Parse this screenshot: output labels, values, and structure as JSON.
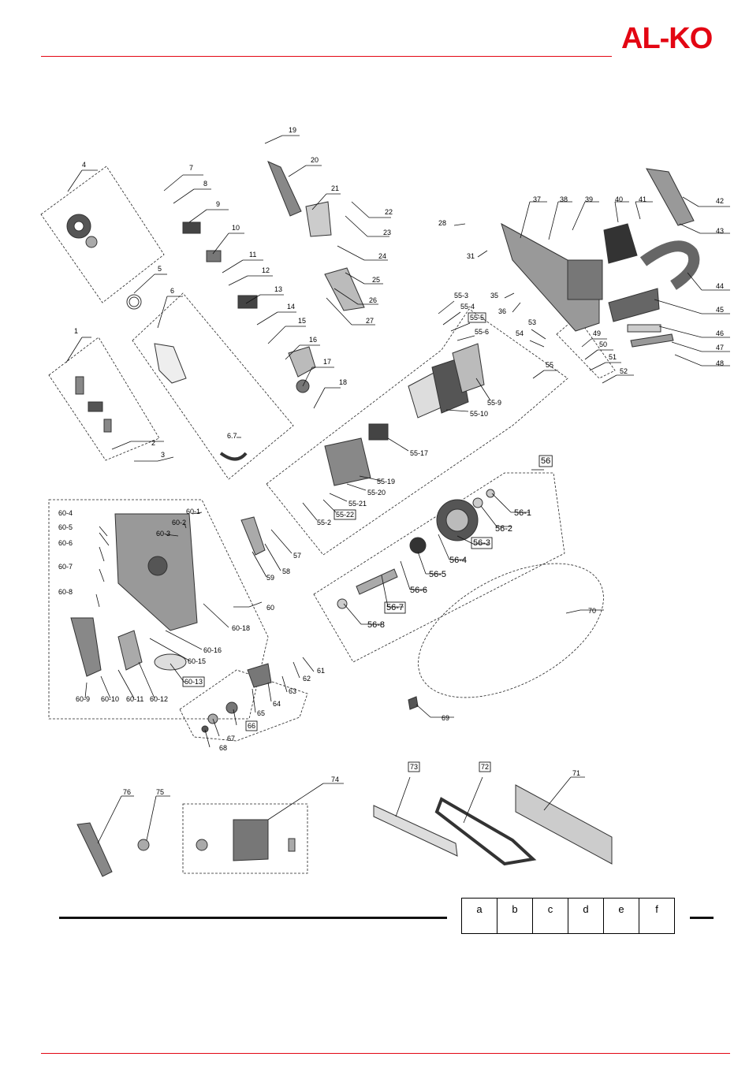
{
  "brand": {
    "logo_text": "AL-KO",
    "logo_color": "#e30613",
    "rule_color": "#e30613"
  },
  "diagram": {
    "labels": [
      {
        "id": "1",
        "lg": false
      },
      {
        "id": "2",
        "lg": false
      },
      {
        "id": "3",
        "lg": false
      },
      {
        "id": "4",
        "lg": false
      },
      {
        "id": "5",
        "lg": false
      },
      {
        "id": "6",
        "lg": false
      },
      {
        "id": "6.7",
        "lg": false
      },
      {
        "id": "7",
        "lg": false
      },
      {
        "id": "8",
        "lg": false
      },
      {
        "id": "9",
        "lg": false
      },
      {
        "id": "10",
        "lg": false
      },
      {
        "id": "11",
        "lg": false
      },
      {
        "id": "12",
        "lg": false
      },
      {
        "id": "13",
        "lg": false
      },
      {
        "id": "14",
        "lg": false
      },
      {
        "id": "15",
        "lg": false
      },
      {
        "id": "16",
        "lg": false
      },
      {
        "id": "17",
        "lg": false
      },
      {
        "id": "18",
        "lg": false
      },
      {
        "id": "19",
        "lg": false
      },
      {
        "id": "20",
        "lg": false
      },
      {
        "id": "21",
        "lg": false
      },
      {
        "id": "22",
        "lg": false
      },
      {
        "id": "23",
        "lg": false
      },
      {
        "id": "24",
        "lg": false
      },
      {
        "id": "25",
        "lg": false
      },
      {
        "id": "26",
        "lg": false
      },
      {
        "id": "27",
        "lg": false
      },
      {
        "id": "28",
        "lg": false
      },
      {
        "id": "31",
        "lg": false
      },
      {
        "id": "35",
        "lg": false
      },
      {
        "id": "36",
        "lg": false
      },
      {
        "id": "37",
        "lg": false
      },
      {
        "id": "38",
        "lg": false
      },
      {
        "id": "39",
        "lg": false
      },
      {
        "id": "40",
        "lg": false
      },
      {
        "id": "41",
        "lg": false
      },
      {
        "id": "42",
        "lg": false
      },
      {
        "id": "43",
        "lg": false
      },
      {
        "id": "44",
        "lg": false
      },
      {
        "id": "45",
        "lg": false
      },
      {
        "id": "46",
        "lg": false
      },
      {
        "id": "47",
        "lg": false
      },
      {
        "id": "48",
        "lg": false
      },
      {
        "id": "49",
        "lg": false
      },
      {
        "id": "50",
        "lg": false
      },
      {
        "id": "51",
        "lg": false
      },
      {
        "id": "52",
        "lg": false
      },
      {
        "id": "53",
        "lg": false
      },
      {
        "id": "54",
        "lg": false
      },
      {
        "id": "55",
        "lg": false
      },
      {
        "id": "55-3",
        "lg": false
      },
      {
        "id": "55-4",
        "lg": false
      },
      {
        "id": "55-5",
        "lg": false,
        "box": true
      },
      {
        "id": "55-6",
        "lg": false
      },
      {
        "id": "55-9",
        "lg": false
      },
      {
        "id": "55-10",
        "lg": false
      },
      {
        "id": "55-17",
        "lg": false
      },
      {
        "id": "55-19",
        "lg": false
      },
      {
        "id": "55-20",
        "lg": false
      },
      {
        "id": "55-21",
        "lg": false
      },
      {
        "id": "55-22",
        "lg": false,
        "box": true
      },
      {
        "id": "55-2",
        "lg": false
      },
      {
        "id": "56",
        "lg": true,
        "box": true
      },
      {
        "id": "56-1",
        "lg": true
      },
      {
        "id": "56-2",
        "lg": true
      },
      {
        "id": "56-3",
        "lg": true,
        "box": true
      },
      {
        "id": "56-4",
        "lg": true
      },
      {
        "id": "56-5",
        "lg": true
      },
      {
        "id": "56-6",
        "lg": true
      },
      {
        "id": "56-7",
        "lg": true,
        "box": true
      },
      {
        "id": "56-8",
        "lg": true
      },
      {
        "id": "57",
        "lg": false
      },
      {
        "id": "58",
        "lg": false
      },
      {
        "id": "59",
        "lg": false
      },
      {
        "id": "60",
        "lg": false
      },
      {
        "id": "60-1",
        "lg": false
      },
      {
        "id": "60-2",
        "lg": false
      },
      {
        "id": "60-3",
        "lg": false
      },
      {
        "id": "60-4",
        "lg": false
      },
      {
        "id": "60-5",
        "lg": false
      },
      {
        "id": "60-6",
        "lg": false
      },
      {
        "id": "60-7",
        "lg": false
      },
      {
        "id": "60-8",
        "lg": false
      },
      {
        "id": "60-9",
        "lg": false
      },
      {
        "id": "60-10",
        "lg": false
      },
      {
        "id": "60-11",
        "lg": false
      },
      {
        "id": "60-12",
        "lg": false
      },
      {
        "id": "60-13",
        "lg": false,
        "box": true
      },
      {
        "id": "60-15",
        "lg": false
      },
      {
        "id": "60-16",
        "lg": false
      },
      {
        "id": "60-18",
        "lg": false
      },
      {
        "id": "61",
        "lg": false
      },
      {
        "id": "62",
        "lg": false
      },
      {
        "id": "63",
        "lg": false
      },
      {
        "id": "64",
        "lg": false
      },
      {
        "id": "65",
        "lg": false
      },
      {
        "id": "66",
        "lg": false,
        "box": true
      },
      {
        "id": "67",
        "lg": false
      },
      {
        "id": "68",
        "lg": false
      },
      {
        "id": "69",
        "lg": false
      },
      {
        "id": "70",
        "lg": false
      },
      {
        "id": "71",
        "lg": false
      },
      {
        "id": "72",
        "lg": false,
        "box": true
      },
      {
        "id": "73",
        "lg": false,
        "box": true
      },
      {
        "id": "74",
        "lg": false
      },
      {
        "id": "75",
        "lg": false
      },
      {
        "id": "76",
        "lg": false
      }
    ]
  },
  "code_table": {
    "columns": [
      "a",
      "b",
      "c",
      "d",
      "e",
      "f"
    ]
  }
}
